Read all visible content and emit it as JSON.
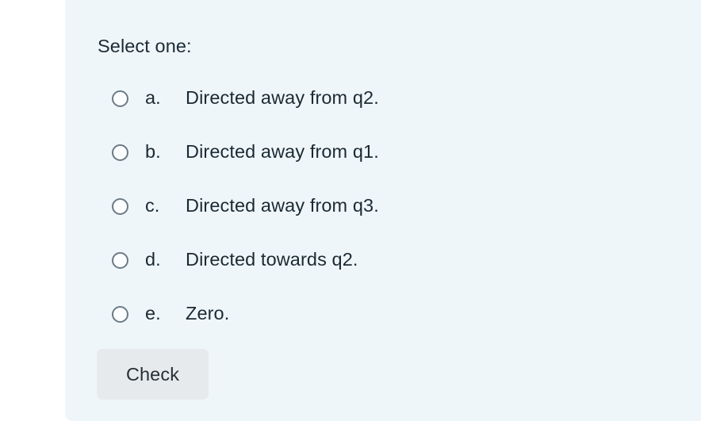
{
  "panel": {
    "background_color": "#eff6fa",
    "prompt": "Select one:"
  },
  "answers": {
    "input_type": "radio",
    "selected": null,
    "radio_border_color": "#6c7a85",
    "text_color": "#1b2a33",
    "options": [
      {
        "letter": "a.",
        "text": "Directed away from q2.",
        "selected": false
      },
      {
        "letter": "b.",
        "text": "Directed away from q1.",
        "selected": false
      },
      {
        "letter": "c.",
        "text": "Directed away from q3.",
        "selected": false
      },
      {
        "letter": "d.",
        "text": "Directed towards q2.",
        "selected": false
      },
      {
        "letter": "e.",
        "text": "Zero.",
        "selected": false
      }
    ]
  },
  "actions": {
    "check_label": "Check",
    "check_background_color": "#e7eaec"
  }
}
